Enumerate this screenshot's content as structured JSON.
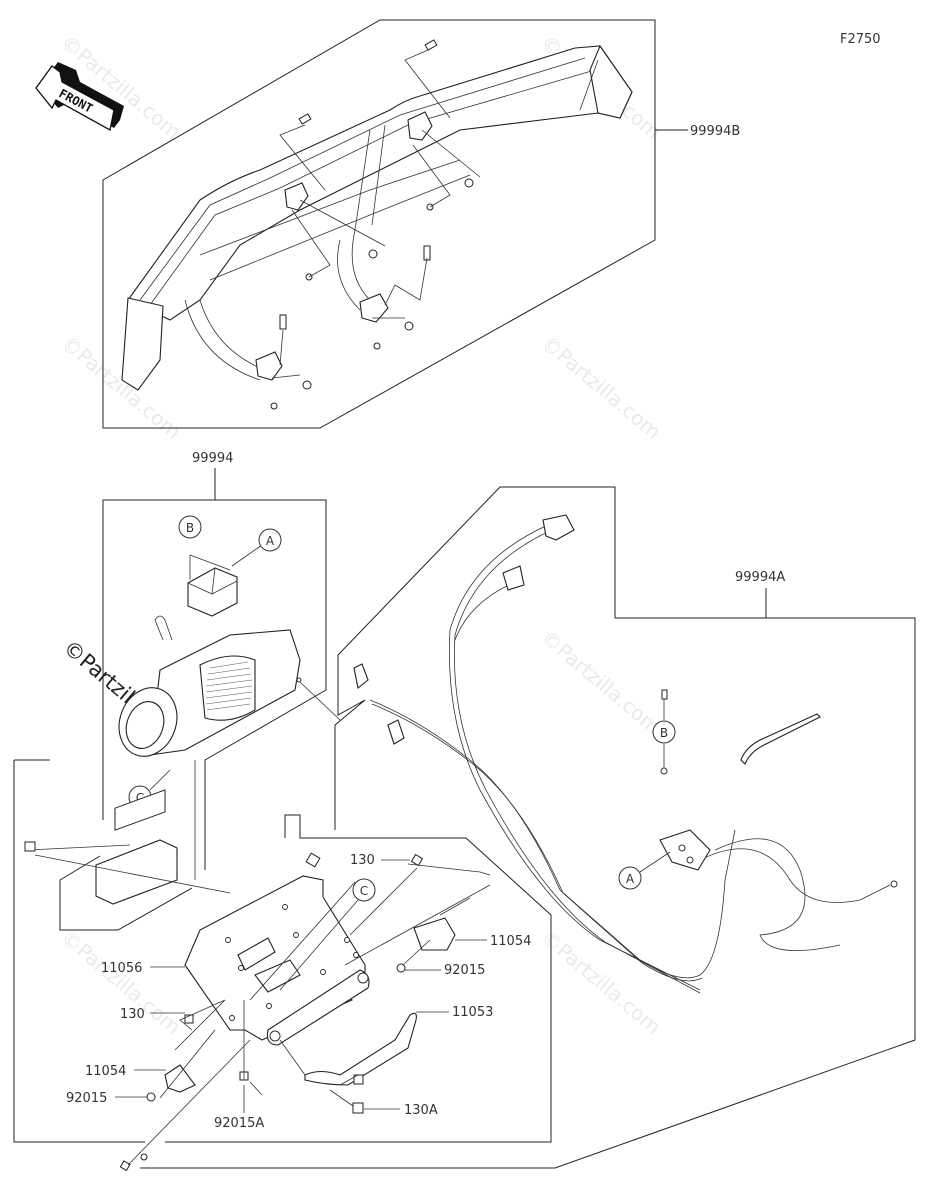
{
  "diagram": {
    "code": "F2750",
    "front_label": "FRONT",
    "watermark": "©Partzilla.com",
    "groups": {
      "bumper_kit": "99994B",
      "winch_kit": "99994",
      "harness_kit": "99994A"
    },
    "callouts": [
      "A",
      "B",
      "C"
    ],
    "parts": [
      {
        "number": "130"
      },
      {
        "number": "11054"
      },
      {
        "number": "92015"
      },
      {
        "number": "11056"
      },
      {
        "number": "130"
      },
      {
        "number": "11053"
      },
      {
        "number": "11054"
      },
      {
        "number": "92015"
      },
      {
        "number": "92015A"
      },
      {
        "number": "130A"
      }
    ]
  }
}
